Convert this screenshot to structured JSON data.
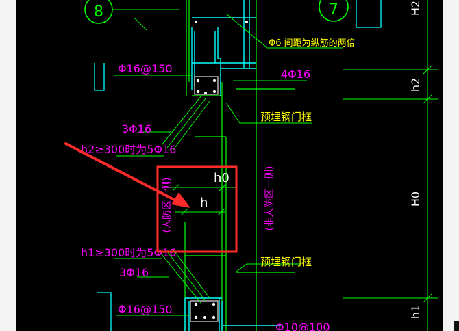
{
  "colors": {
    "canvas": "#000000",
    "frame": "#f3f3f3",
    "green": "#00ff00",
    "cyan": "#00ffff",
    "magenta": "#ff00ff",
    "yellow": "#ffff00",
    "white": "#ffffff",
    "highlight": "#ff2a2a"
  },
  "axis_bubbles": {
    "left": "8",
    "right": "7"
  },
  "labels": {
    "bar_spacing_note": "Φ6 间距为纵筋的两倍",
    "stirrup_top": "Φ16@150",
    "main_bar_top": "4Φ16",
    "embedded_top": "预埋钢门框",
    "diag_bar_top": "3Φ16",
    "cond_h2": "h2≥300时为5Φ16",
    "dim_h0_inner": "h0",
    "dim_h": "h",
    "zone_left": "(人防区一侧)",
    "zone_right": "(非人防区一侧)",
    "cond_h1": "h1≥300时为5Φ16",
    "embedded_bottom": "预埋钢门框",
    "diag_bar_bottom": "3Φ16",
    "stirrup_bottom": "Φ16@150",
    "stirrup_cut": "Φ10@100"
  },
  "dimension_labels": {
    "H2": "H2",
    "h2": "h2",
    "H0": "H0",
    "h1": "h1"
  },
  "icons": {
    "pointer": "red-arrow-icon"
  }
}
